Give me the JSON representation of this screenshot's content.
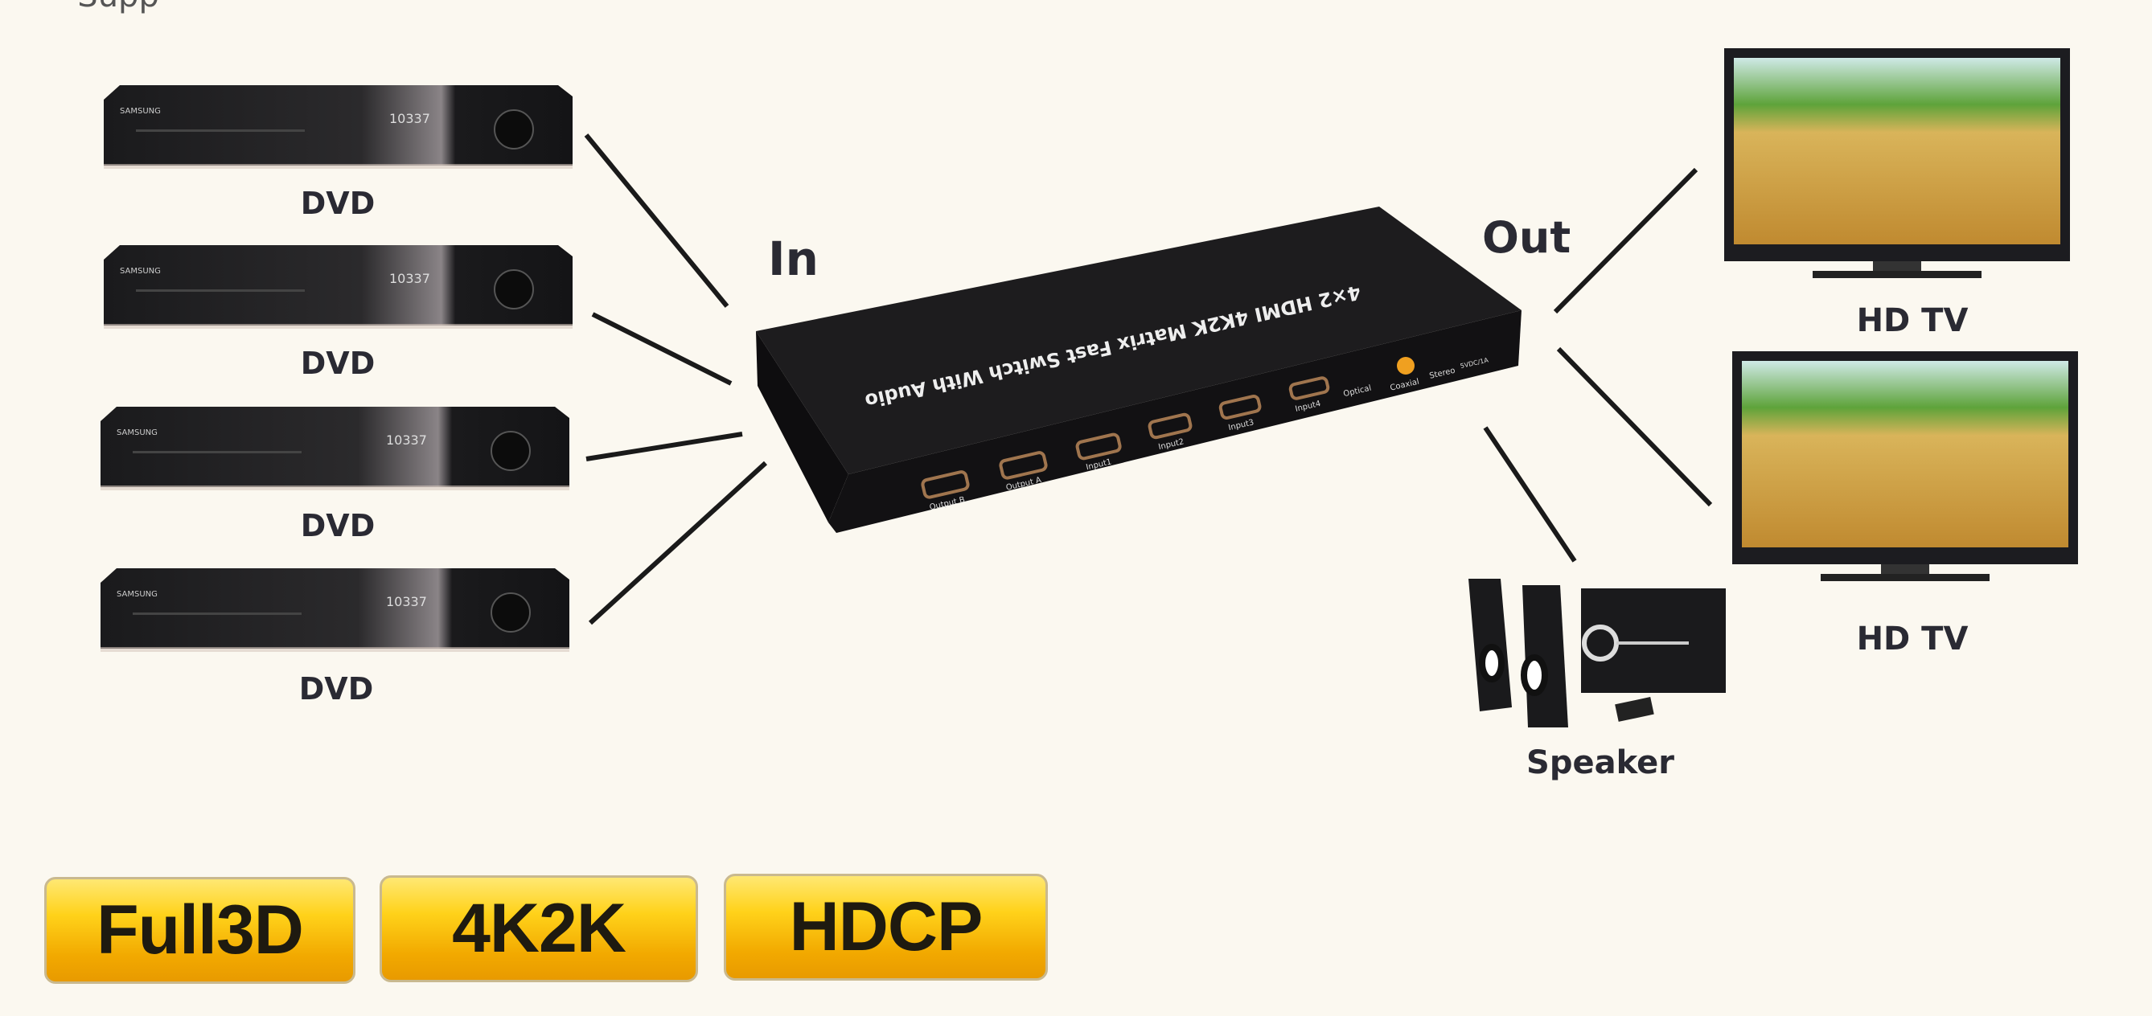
{
  "top_text": "• Supp",
  "sources": [
    {
      "label": "DVD",
      "brand": "SAMSUNG",
      "display": "10337"
    },
    {
      "label": "DVD",
      "brand": "SAMSUNG",
      "display": "10337"
    },
    {
      "label": "DVD",
      "brand": "SAMSUNG",
      "display": "10337"
    },
    {
      "label": "DVD",
      "brand": "SAMSUNG",
      "display": "10337"
    }
  ],
  "in_label": "In",
  "out_label": "Out",
  "switch": {
    "title": "4×2 HDMI 4K2K Matrix Fast Switch With Audio",
    "ports": [
      "Output B",
      "Output A",
      "Input1",
      "Input2",
      "Input3",
      "Input4",
      "Optical",
      "Coaxial",
      "Stereo",
      "5VDC/1A"
    ]
  },
  "outputs": [
    {
      "label": "HD TV"
    },
    {
      "label": "HD TV"
    }
  ],
  "speaker_label": "Speaker",
  "badges": [
    "Full3D",
    "4K2K",
    "HDCP"
  ],
  "colors": {
    "background": "#fbf8f0",
    "badge": "#ffd21a",
    "device": "#1b1a1c"
  }
}
